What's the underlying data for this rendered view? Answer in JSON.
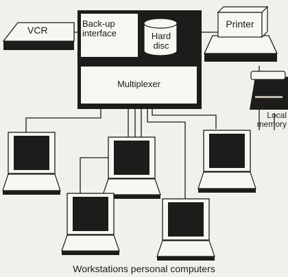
{
  "diagram": {
    "vcr": "VCR",
    "backup": "Back-up interface",
    "hard_disc": "Hard disc",
    "multiplexer": "Multiplexer",
    "printer": "Printer",
    "local_memory": "Local memory",
    "caption": "Workstations personal computers"
  },
  "colors": {
    "background": "#f2f0ea",
    "ink": "#1a1a1a",
    "device_fill": "#f7f6f2"
  }
}
